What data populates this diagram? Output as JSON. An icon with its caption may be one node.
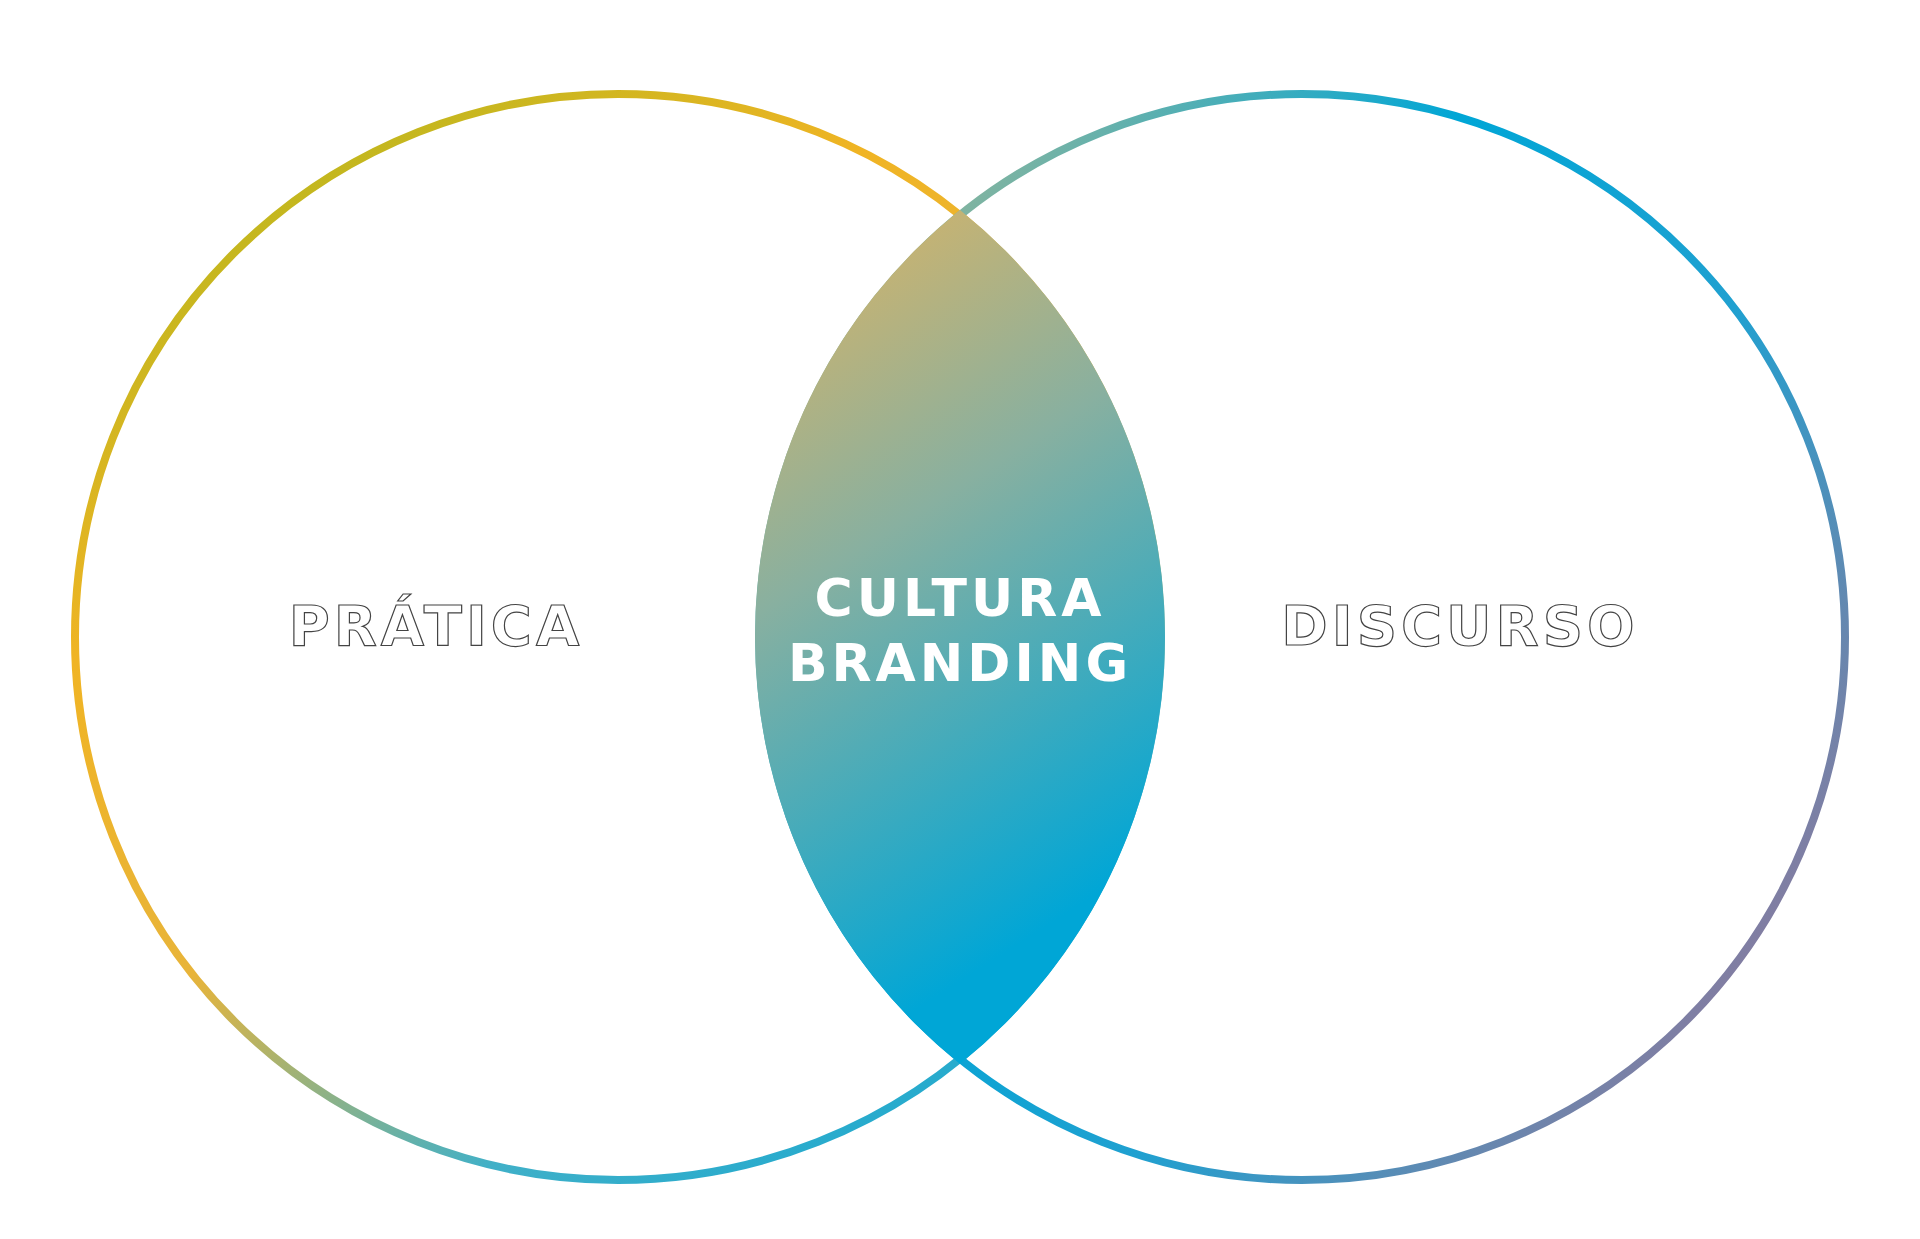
{
  "diagram": {
    "nodes": [
      {
        "text": [
          "PRÁTICA"
        ]
      },
      {
        "text": [
          "DISCURSO"
        ]
      },
      {
        "text": [
          "CULTURA BRANDING"
        ]
      }
    ]
  }
}
